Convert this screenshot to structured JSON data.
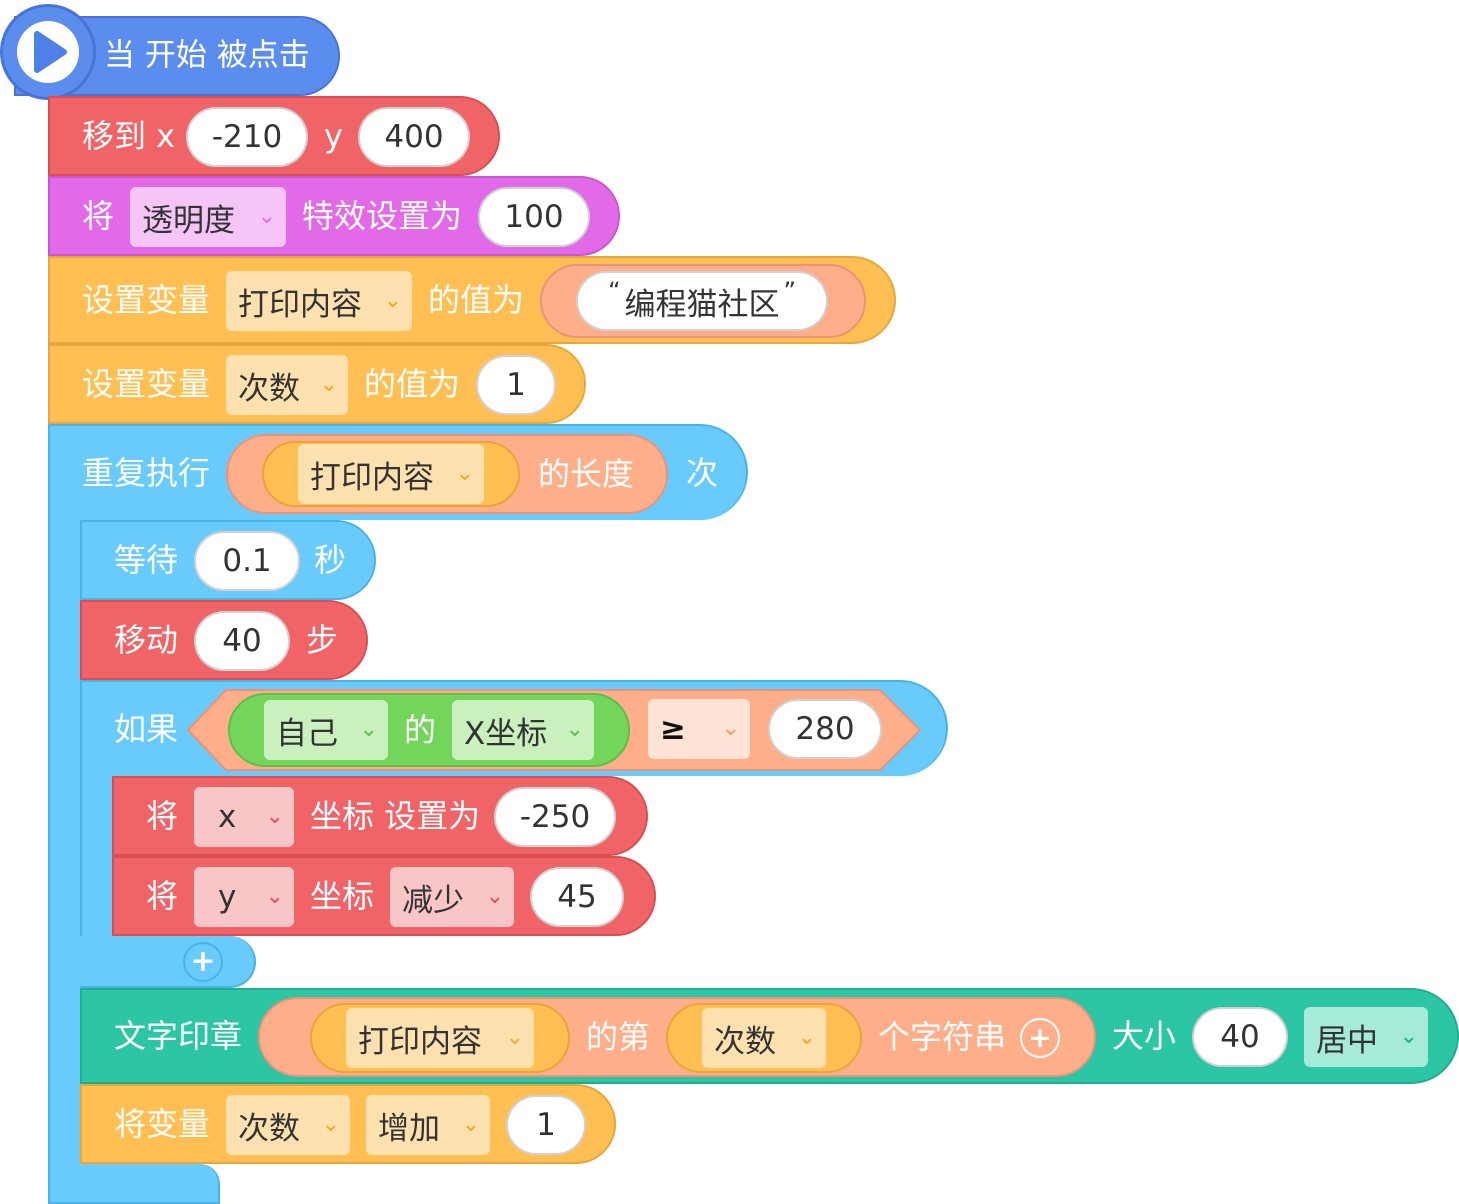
{
  "hat": {
    "label": "当 开始 被点击"
  },
  "goto": {
    "label": "移到 x",
    "x_value": "-210",
    "y_label": "y",
    "y_value": "400"
  },
  "effect": {
    "prefix": "将",
    "effect_option": "透明度",
    "label": "特效设置为",
    "value": "100"
  },
  "set_var1": {
    "label": "设置变量",
    "variable": "打印内容",
    "mid_label": "的值为",
    "value": "编程猫社区"
  },
  "set_var2": {
    "label": "设置变量",
    "variable": "次数",
    "mid_label": "的值为",
    "value": "1"
  },
  "repeat": {
    "label": "重复执行",
    "variable": "打印内容",
    "length_label": "的长度",
    "suffix": "次"
  },
  "wait": {
    "label": "等待",
    "value": "0.1",
    "unit": "秒"
  },
  "move": {
    "label": "移动",
    "value": "40",
    "unit": "步"
  },
  "if_block": {
    "label": "如果",
    "object": "自己",
    "of_label": "的",
    "property": "X坐标",
    "operator": "≥",
    "value": "280"
  },
  "set_coord": {
    "prefix": "将",
    "axis": "x",
    "label": "坐标 设置为",
    "value": "-250"
  },
  "change_coord": {
    "prefix": "将",
    "axis": "y",
    "label": "坐标",
    "op": "减少",
    "value": "45"
  },
  "add_button": {
    "symbol": "+"
  },
  "stamp": {
    "label": "文字印章",
    "variable": "打印内容",
    "index_label": "的第",
    "index_var": "次数",
    "char_label": "个字符串",
    "plus": "+",
    "size_label": "大小",
    "size_value": "40",
    "align": "居中"
  },
  "change_var": {
    "label": "将变量",
    "variable": "次数",
    "op": "增加",
    "value": "1"
  },
  "icons": {
    "play": "play-icon",
    "chevron": "chevron-down-icon"
  },
  "colors": {
    "event": "#5B8DEF",
    "motion_red": "#F06467",
    "looks_pink": "#E26AE8",
    "variable_orange": "#FFBF52",
    "control_blue": "#68CBFB",
    "operator_salmon": "#FFAE8A",
    "sensing_green": "#74D55B",
    "pen_teal": "#2CC6A4"
  },
  "chevron_glyph": "⌄"
}
